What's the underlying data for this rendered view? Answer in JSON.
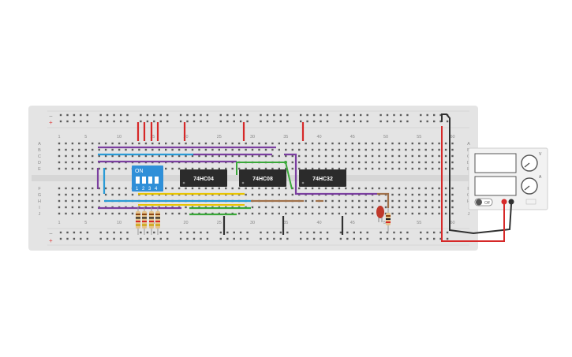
{
  "breadboard": {
    "row_letters_top": [
      "A",
      "B",
      "C",
      "D",
      "E"
    ],
    "row_letters_bottom": [
      "F",
      "G",
      "H",
      "I",
      "J"
    ],
    "column_numbers": [
      "1",
      "5",
      "10",
      "15",
      "20",
      "25",
      "30",
      "35",
      "40",
      "45",
      "50",
      "55",
      "60"
    ],
    "rail_minus": "−",
    "rail_plus": "+"
  },
  "dip_switch": {
    "label": "ON",
    "positions": [
      "1",
      "2",
      "3",
      "4"
    ]
  },
  "chips": [
    {
      "label": "74HC04"
    },
    {
      "label": "74HC08"
    },
    {
      "label": "74HC32"
    }
  ],
  "power_supply": {
    "switch_label": "Off",
    "knob_labels": [
      "V",
      "A"
    ]
  },
  "colors": {
    "board": "#e4e4e4",
    "hole": "#5a5a5a",
    "wire_red": "#d62828",
    "wire_black": "#303030",
    "wire_purple": "#7b3fa0",
    "wire_blue": "#2a9bd6",
    "wire_yellow": "#e8c400",
    "wire_green": "#3aa83a",
    "wire_brown": "#a0714a",
    "chip": "#2b2b2b",
    "dip": "#2f8fd8",
    "led": "#c0392b"
  }
}
